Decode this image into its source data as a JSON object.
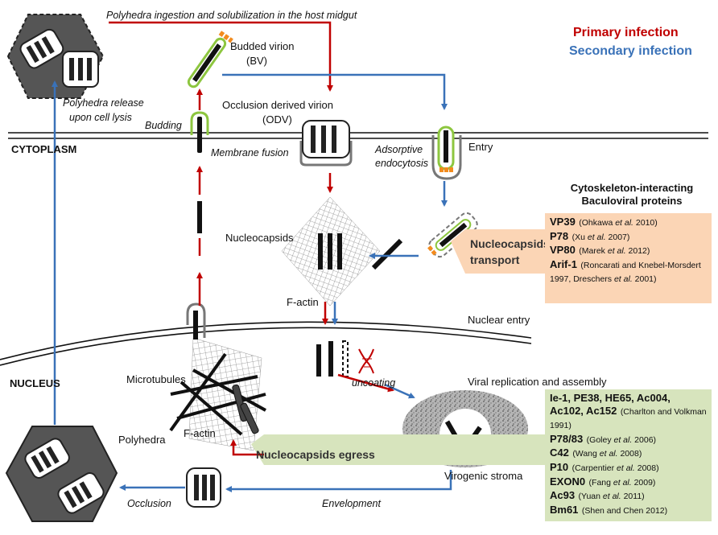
{
  "legend": {
    "primary": "Primary infection",
    "secondary": "Secondary infection",
    "primary_color": "#c00000",
    "secondary_color": "#3a72b8"
  },
  "regions": {
    "cytoplasm": "CYTOPLASM",
    "nucleus": "NUCLEUS"
  },
  "labels": {
    "polyhedra_ingestion": "Polyhedra ingestion and solubilization in the host midgut",
    "budded_virion_1": "Budded virion",
    "budded_virion_2": "(BV)",
    "polyhedra_release_1": "Polyhedra release",
    "polyhedra_release_2": "upon cell lysis",
    "odv_1": "Occlusion derived virion",
    "odv_2": "(ODV)",
    "budding": "Budding",
    "membrane_fusion": "Membrane fusion",
    "adsorptive_1": "Adsorptive",
    "adsorptive_2": "endocytosis",
    "entry": "Entry",
    "nucleocapsids": "Nucleocapsids",
    "f_actin_top": "F-actin",
    "nucleocapsids_transport_1": "Nucleocapsids",
    "nucleocapsids_transport_2": "transport",
    "nuclear_entry": "Nuclear entry",
    "uncoating": "uncoating",
    "viral_replication": "Viral replication and assembly",
    "microtubules": "Microtubules",
    "f_actin_bottom": "F-actin",
    "polyhedra": "Polyhedra",
    "nucleocapsids_egress": "Nucleocapsids egress",
    "virogenic_stroma": "Virogenic stroma",
    "occlusion": "Occlusion",
    "envelopment": "Envelopment"
  },
  "cytoskeleton_panel": {
    "heading_1": "Cytoskeleton-interacting",
    "heading_2": "Baculoviral proteins",
    "items": [
      {
        "name": "VP39",
        "ref_a": "(Ohkawa ",
        "ref_it": "et al.",
        "ref_b": " 2010)"
      },
      {
        "name": "P78",
        "ref_a": "(Xu ",
        "ref_it": "et al.",
        "ref_b": " 2007)"
      },
      {
        "name": "VP80",
        "ref_a": "(Marek ",
        "ref_it": "et al.",
        "ref_b": " 2012)"
      },
      {
        "name": "Arif-1",
        "ref_a": "(Roncarati and Knebel-Morsdert 1997, Dreschers ",
        "ref_it": "et al.",
        "ref_b": " 2001)"
      }
    ]
  },
  "nucleus_panel": {
    "line1": "Ie-1, PE38, HE65, Ac004,",
    "line2_name": "Ac102, Ac152",
    "line2_ref": "(Charlton and Volkman 1991)",
    "items": [
      {
        "name": "P78/83",
        "ref_a": "(Goley ",
        "ref_it": "et al.",
        "ref_b": " 2006)"
      },
      {
        "name": "C42",
        "ref_a": "(Wang ",
        "ref_it": "et al.",
        "ref_b": " 2008)"
      },
      {
        "name": "P10",
        "ref_a": "(Carpentier ",
        "ref_it": "et al.",
        "ref_b": " 2008)"
      },
      {
        "name": "EXON0",
        "ref_a": "(Fang ",
        "ref_it": "et al.",
        "ref_b": " 2009)"
      },
      {
        "name": "Ac93",
        "ref_a": "(Yuan ",
        "ref_it": "et al.",
        "ref_b": " 2011)"
      },
      {
        "name": "Bm61",
        "ref_a": "(Shen and Chen 2012)",
        "ref_it": "",
        "ref_b": ""
      }
    ]
  }
}
